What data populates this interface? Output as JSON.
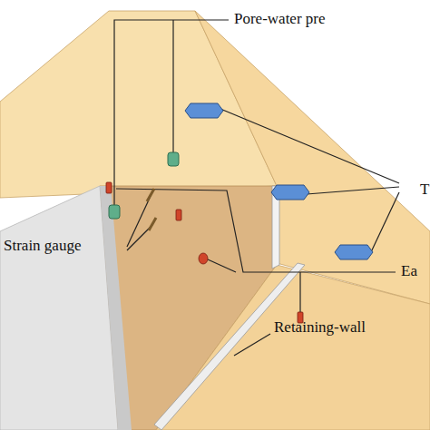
{
  "diagram": {
    "labels": [
      "Pore-water pre",
      "T",
      "Strain gauge",
      "Ea",
      "Retaining-wall"
    ]
  }
}
